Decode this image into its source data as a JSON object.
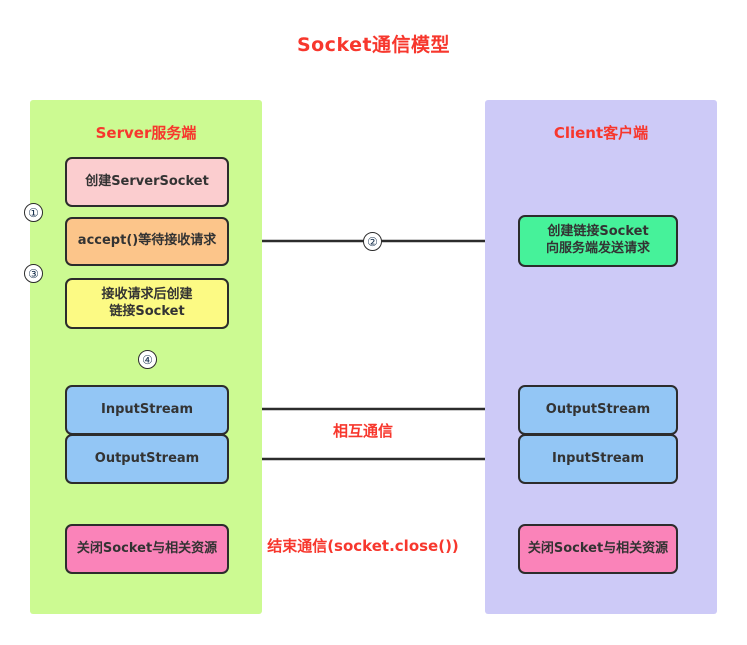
{
  "title": "Socket通信模型",
  "colors": {
    "title_red": "#f7372d",
    "server_panel": "#ccfa92",
    "client_panel": "#cdcaf7",
    "box_pink_soft": "#fbcdcf",
    "box_orange": "#fcc58a",
    "box_yellow": "#fcfa84",
    "box_blue": "#93c6f5",
    "box_hotpink": "#fa83b9",
    "box_green": "#46f29a",
    "line": "#2c2c2c"
  },
  "server": {
    "heading": "Server服务端",
    "steps": {
      "create_server_socket": "创建ServerSocket",
      "accept_wait": "accept()等待接收请求",
      "after_request_create": "接收请求后创建\n链接Socket",
      "after_request_create_line1": "接收请求后创建",
      "after_request_create_line2": "链接Socket",
      "input_stream": "InputStream",
      "output_stream": "OutputStream",
      "close": "关闭Socket与相关资源"
    }
  },
  "client": {
    "heading": "Client客户端",
    "steps": {
      "create_connection": "创建链接Socket\n向服务端发送请求",
      "create_connection_line1": "创建链接Socket",
      "create_connection_line2": "向服务端发送请求",
      "output_stream": "OutputStream",
      "input_stream": "InputStream",
      "close": "关闭Socket与相关资源"
    }
  },
  "annotations": {
    "mutual_communication": "相互通信",
    "end_communication": "结束通信(socket.close())"
  },
  "step_numbers": {
    "one": "①",
    "two": "②",
    "three": "③",
    "four": "④"
  }
}
